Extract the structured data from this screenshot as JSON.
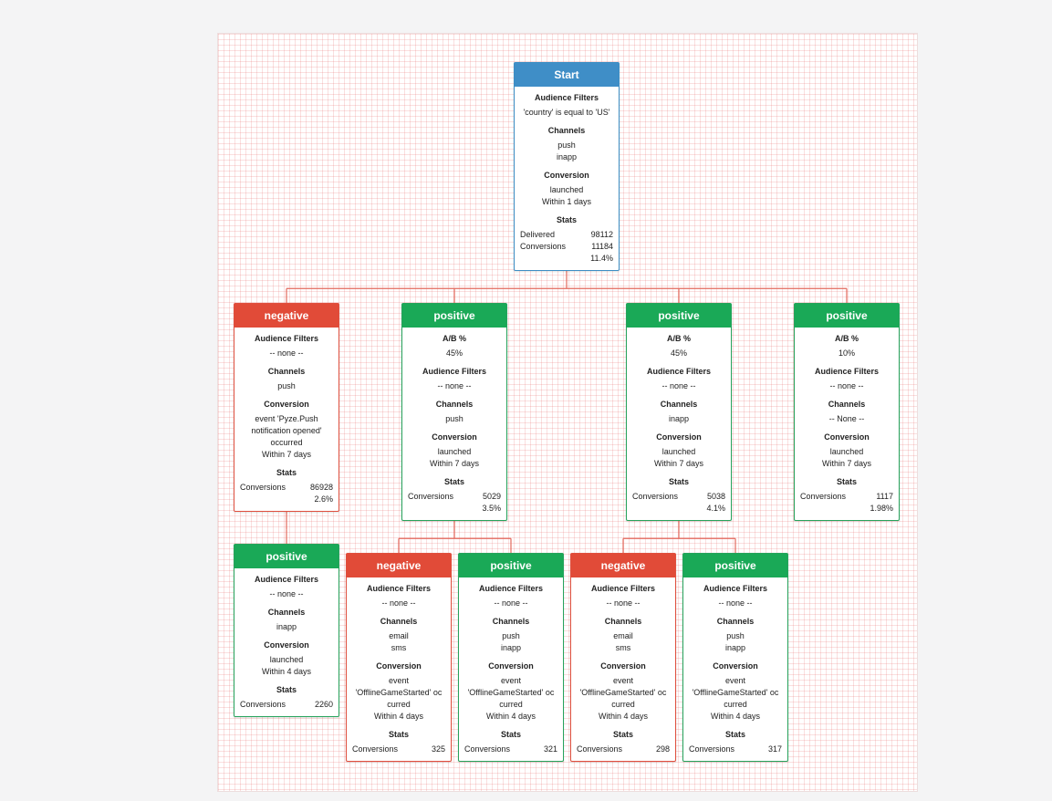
{
  "colors": {
    "start": "#3f8ec7",
    "negative": "#e14b38",
    "positive": "#1aa957",
    "connector": "#e26a5e"
  },
  "labels": {
    "audience_filters": "Audience Filters",
    "channels": "Channels",
    "conversion": "Conversion",
    "stats": "Stats",
    "ab": "A/B %",
    "delivered": "Delivered",
    "conversions": "Conversions"
  },
  "nodes": [
    {
      "id": "start",
      "kind": "start",
      "title": "Start",
      "audience": [
        "'country' is equal to 'US'"
      ],
      "channels": [
        "push",
        "inapp"
      ],
      "conversion": [
        "launched",
        "Within 1 days"
      ],
      "stats": [
        [
          "Delivered",
          "98112"
        ],
        [
          "Conversions",
          "11184"
        ]
      ],
      "pct": "11.4%"
    },
    {
      "id": "n1",
      "kind": "negative",
      "title": "negative",
      "audience": [
        "-- none --"
      ],
      "channels": [
        "push"
      ],
      "conversion": [
        "event  'Pyze.Push notification opened' occurred",
        "Within 7 days"
      ],
      "stats": [
        [
          "Conversions",
          "86928"
        ]
      ],
      "pct": "2.6%"
    },
    {
      "id": "p1",
      "kind": "positive",
      "title": "positive",
      "ab": "45%",
      "audience": [
        "-- none --"
      ],
      "channels": [
        "push"
      ],
      "conversion": [
        "launched",
        "Within 7 days"
      ],
      "stats": [
        [
          "Conversions",
          "5029"
        ]
      ],
      "pct": "3.5%"
    },
    {
      "id": "p2",
      "kind": "positive",
      "title": "positive",
      "ab": "45%",
      "audience": [
        "-- none --"
      ],
      "channels": [
        "inapp"
      ],
      "conversion": [
        "launched",
        "Within 7 days"
      ],
      "stats": [
        [
          "Conversions",
          "5038"
        ]
      ],
      "pct": "4.1%"
    },
    {
      "id": "p3",
      "kind": "positive",
      "title": "positive",
      "ab": "10%",
      "audience": [
        "-- none --"
      ],
      "channels": [
        "-- None --"
      ],
      "conversion": [
        "launched",
        "Within 7 days"
      ],
      "stats": [
        [
          "Conversions",
          "1117"
        ]
      ],
      "pct": "1.98%"
    },
    {
      "id": "n1c",
      "kind": "positive",
      "title": "positive",
      "audience": [
        "-- none --"
      ],
      "channels": [
        "inapp"
      ],
      "conversion": [
        "launched",
        "Within 4 days"
      ],
      "stats": [
        [
          "Conversions",
          "2260"
        ]
      ]
    },
    {
      "id": "p1a",
      "kind": "negative",
      "title": "negative",
      "audience": [
        "-- none --"
      ],
      "channels": [
        "email",
        "sms"
      ],
      "conversion": [
        "event",
        "'OfflineGameStarted' oc",
        "curred",
        "Within 4 days"
      ],
      "stats": [
        [
          "Conversions",
          "325"
        ]
      ]
    },
    {
      "id": "p1b",
      "kind": "positive",
      "title": "positive",
      "audience": [
        "-- none --"
      ],
      "channels": [
        "push",
        "inapp"
      ],
      "conversion": [
        "event",
        "'OfflineGameStarted' oc",
        "curred",
        "Within 4 days"
      ],
      "stats": [
        [
          "Conversions",
          "321"
        ]
      ]
    },
    {
      "id": "p2a",
      "kind": "negative",
      "title": "negative",
      "audience": [
        "-- none --"
      ],
      "channels": [
        "email",
        "sms"
      ],
      "conversion": [
        "event",
        "'OfflineGameStarted' oc",
        "curred",
        "Within 4 days"
      ],
      "stats": [
        [
          "Conversions",
          "298"
        ]
      ]
    },
    {
      "id": "p2b",
      "kind": "positive",
      "title": "positive",
      "audience": [
        "-- none --"
      ],
      "channels": [
        "push",
        "inapp"
      ],
      "conversion": [
        "event",
        "'OfflineGameStarted' oc",
        "curred",
        "Within 4 days"
      ],
      "stats": [
        [
          "Conversions",
          "317"
        ]
      ]
    }
  ],
  "edges": [
    [
      "start",
      "n1"
    ],
    [
      "start",
      "p1"
    ],
    [
      "start",
      "p2"
    ],
    [
      "start",
      "p3"
    ],
    [
      "n1",
      "n1c"
    ],
    [
      "p1",
      "p1a"
    ],
    [
      "p1",
      "p1b"
    ],
    [
      "p2",
      "p2a"
    ],
    [
      "p2",
      "p2b"
    ]
  ]
}
